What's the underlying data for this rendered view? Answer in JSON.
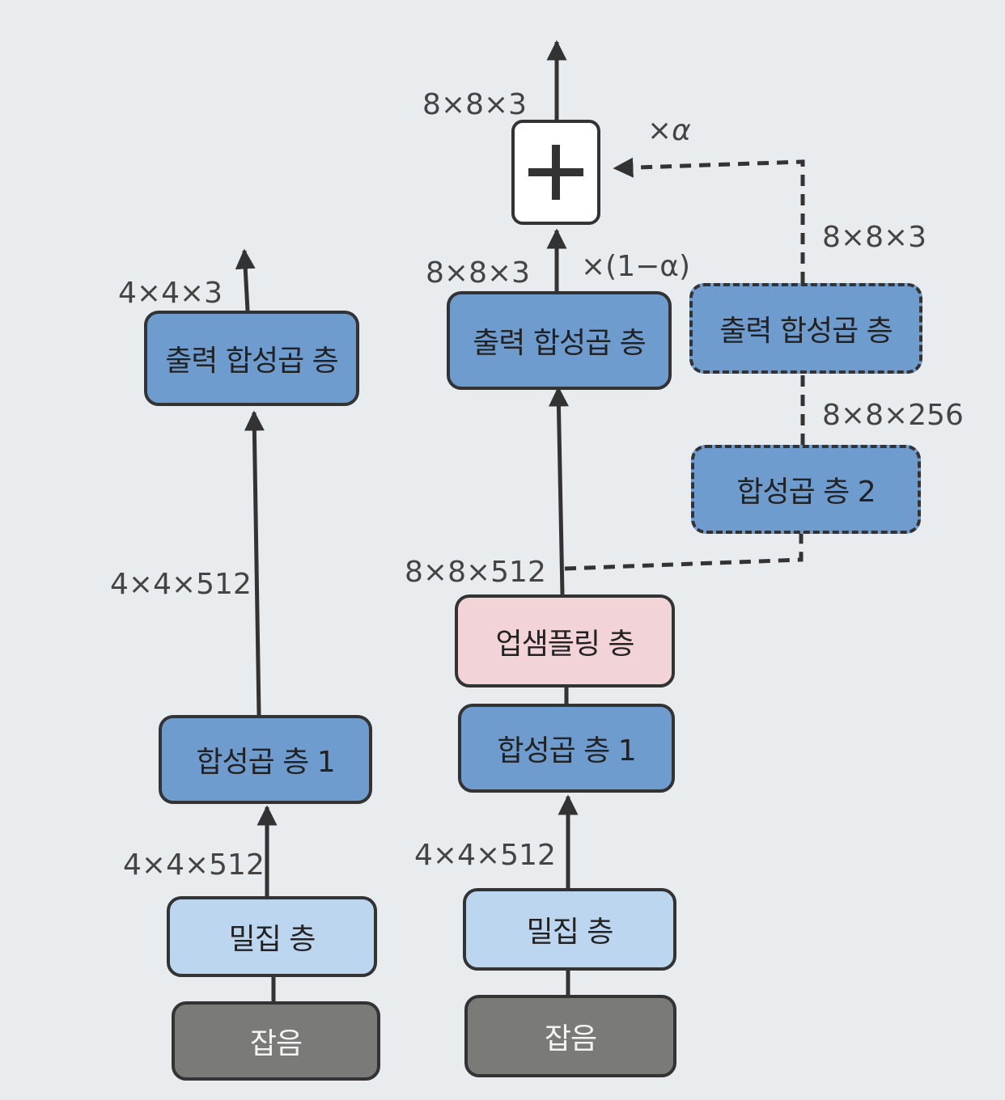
{
  "left_column": {
    "noise": "잡음",
    "dense": "밀집 층",
    "dense_out": "4×4×512",
    "conv1": "합성곱 층 1",
    "conv1_out": "4×4×512",
    "output_conv": "출력 합성곱 층",
    "output": "4×4×3"
  },
  "right_column": {
    "noise": "잡음",
    "dense": "밀집 층",
    "dense_out": "4×4×512",
    "conv1": "합성곱 층 1",
    "upsample": "업샘플링 층",
    "upsample_out": "8×8×512",
    "output_conv": "출력 합성곱 층",
    "output_conv_out": "8×8×3",
    "weight_main": "×(1−α)",
    "sum_out": "8×8×3"
  },
  "new_branch": {
    "conv2": "합성곱 층 2",
    "conv2_out": "8×8×256",
    "output_conv": "출력 합성곱 층",
    "output_conv_out": "8×8×3",
    "weight_new": "×α"
  },
  "colors": {
    "conv": "#6f9ccf",
    "dense": "#bcd6ef",
    "noise": "#7a7a78",
    "upsample": "#f2d3d8",
    "line": "#333333"
  }
}
